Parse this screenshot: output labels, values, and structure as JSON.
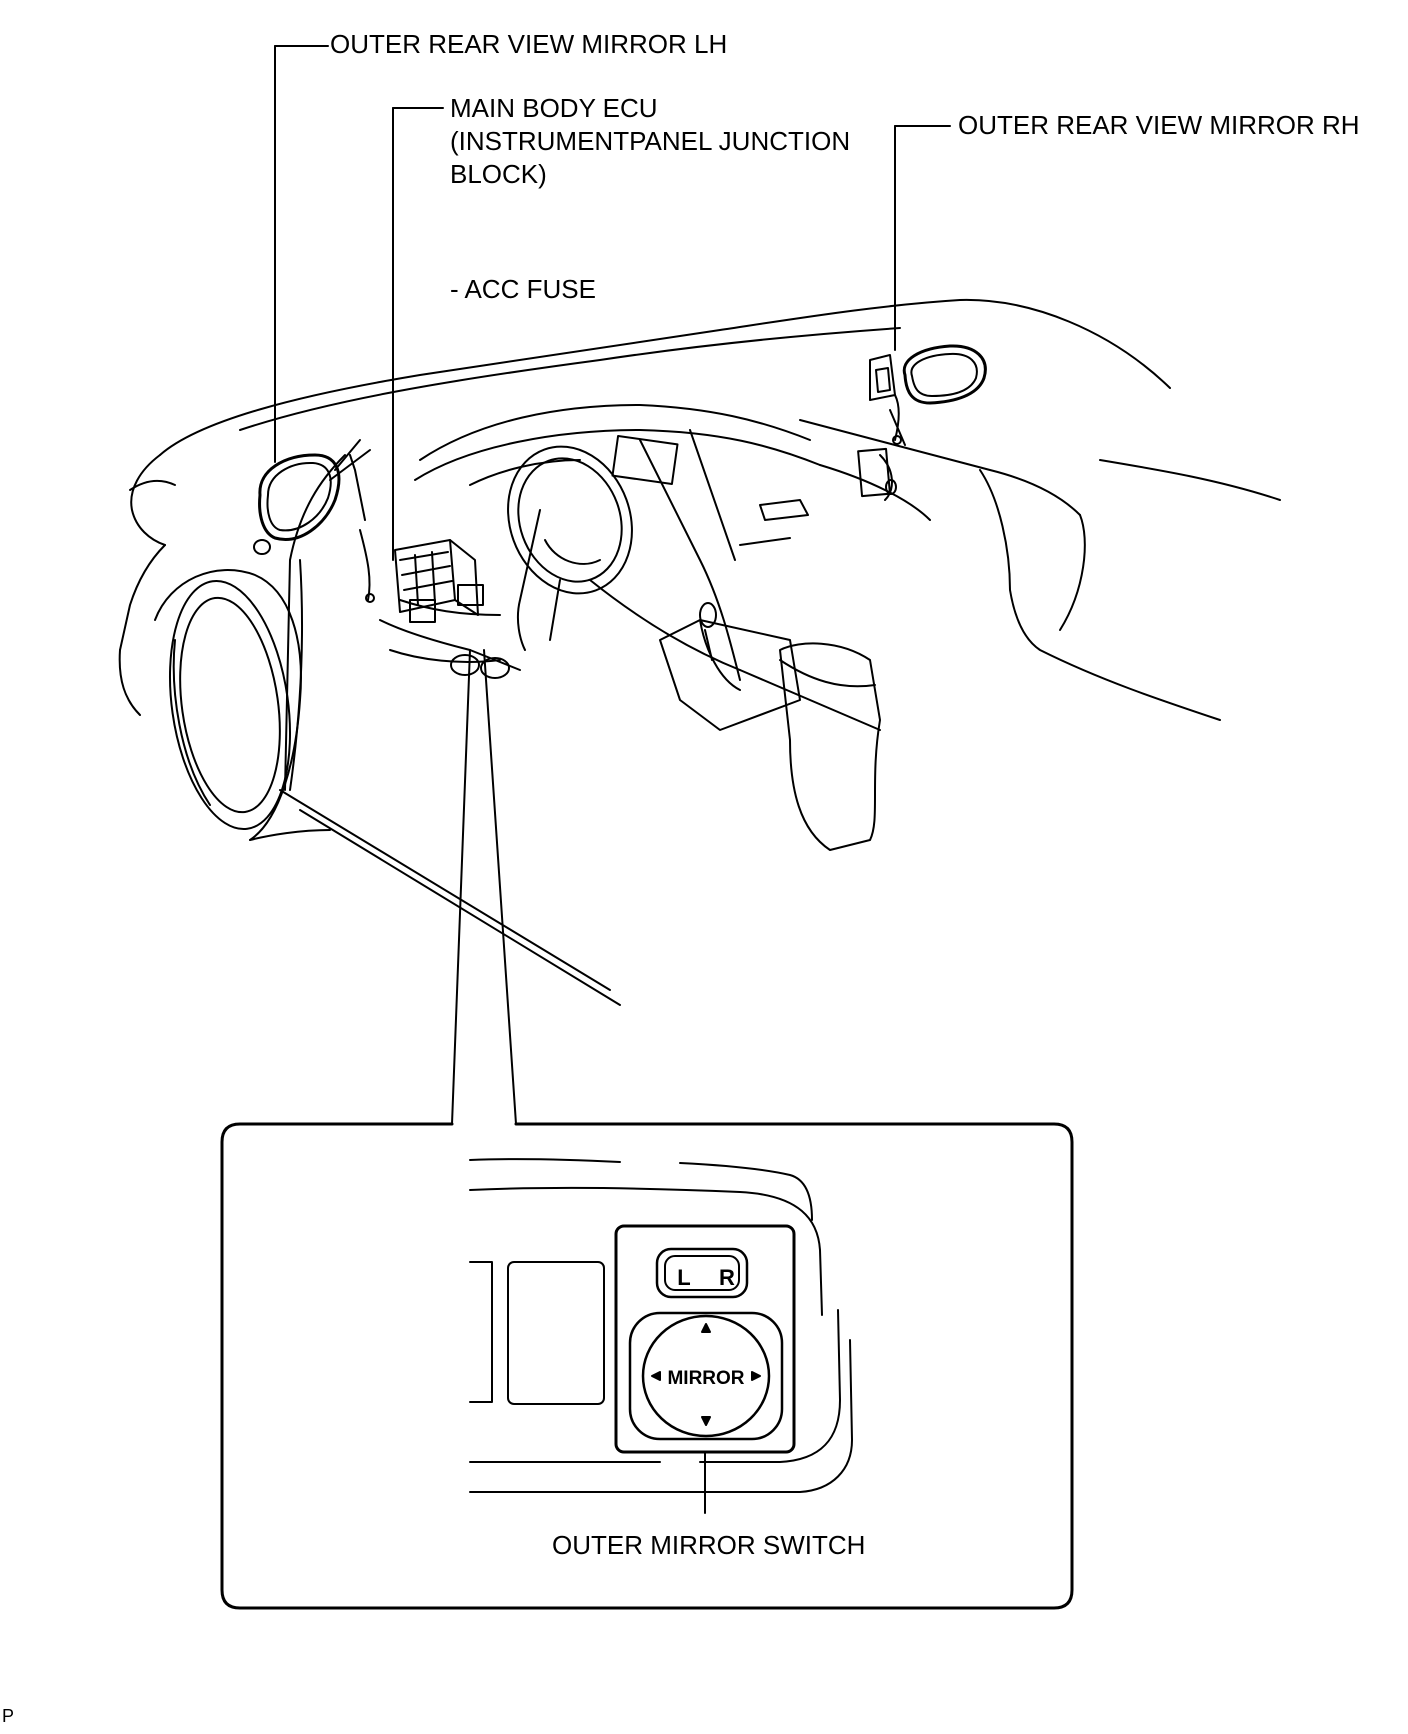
{
  "labels": {
    "mirror_lh": "OUTER REAR VIEW MIRROR LH",
    "main_body_ecu_line1": "MAIN BODY ECU",
    "main_body_ecu_line2": "(INSTRUMENTPANEL JUNCTION",
    "main_body_ecu_line3": "BLOCK)",
    "acc_fuse": "- ACC FUSE",
    "mirror_rh": "OUTER REAR VIEW MIRROR RH",
    "outer_mirror_switch": "OUTER MIRROR SWITCH",
    "corner_mark": "P"
  },
  "switch_panel": {
    "select_left": "L",
    "select_right": "R",
    "pad_label": "MIRROR"
  }
}
